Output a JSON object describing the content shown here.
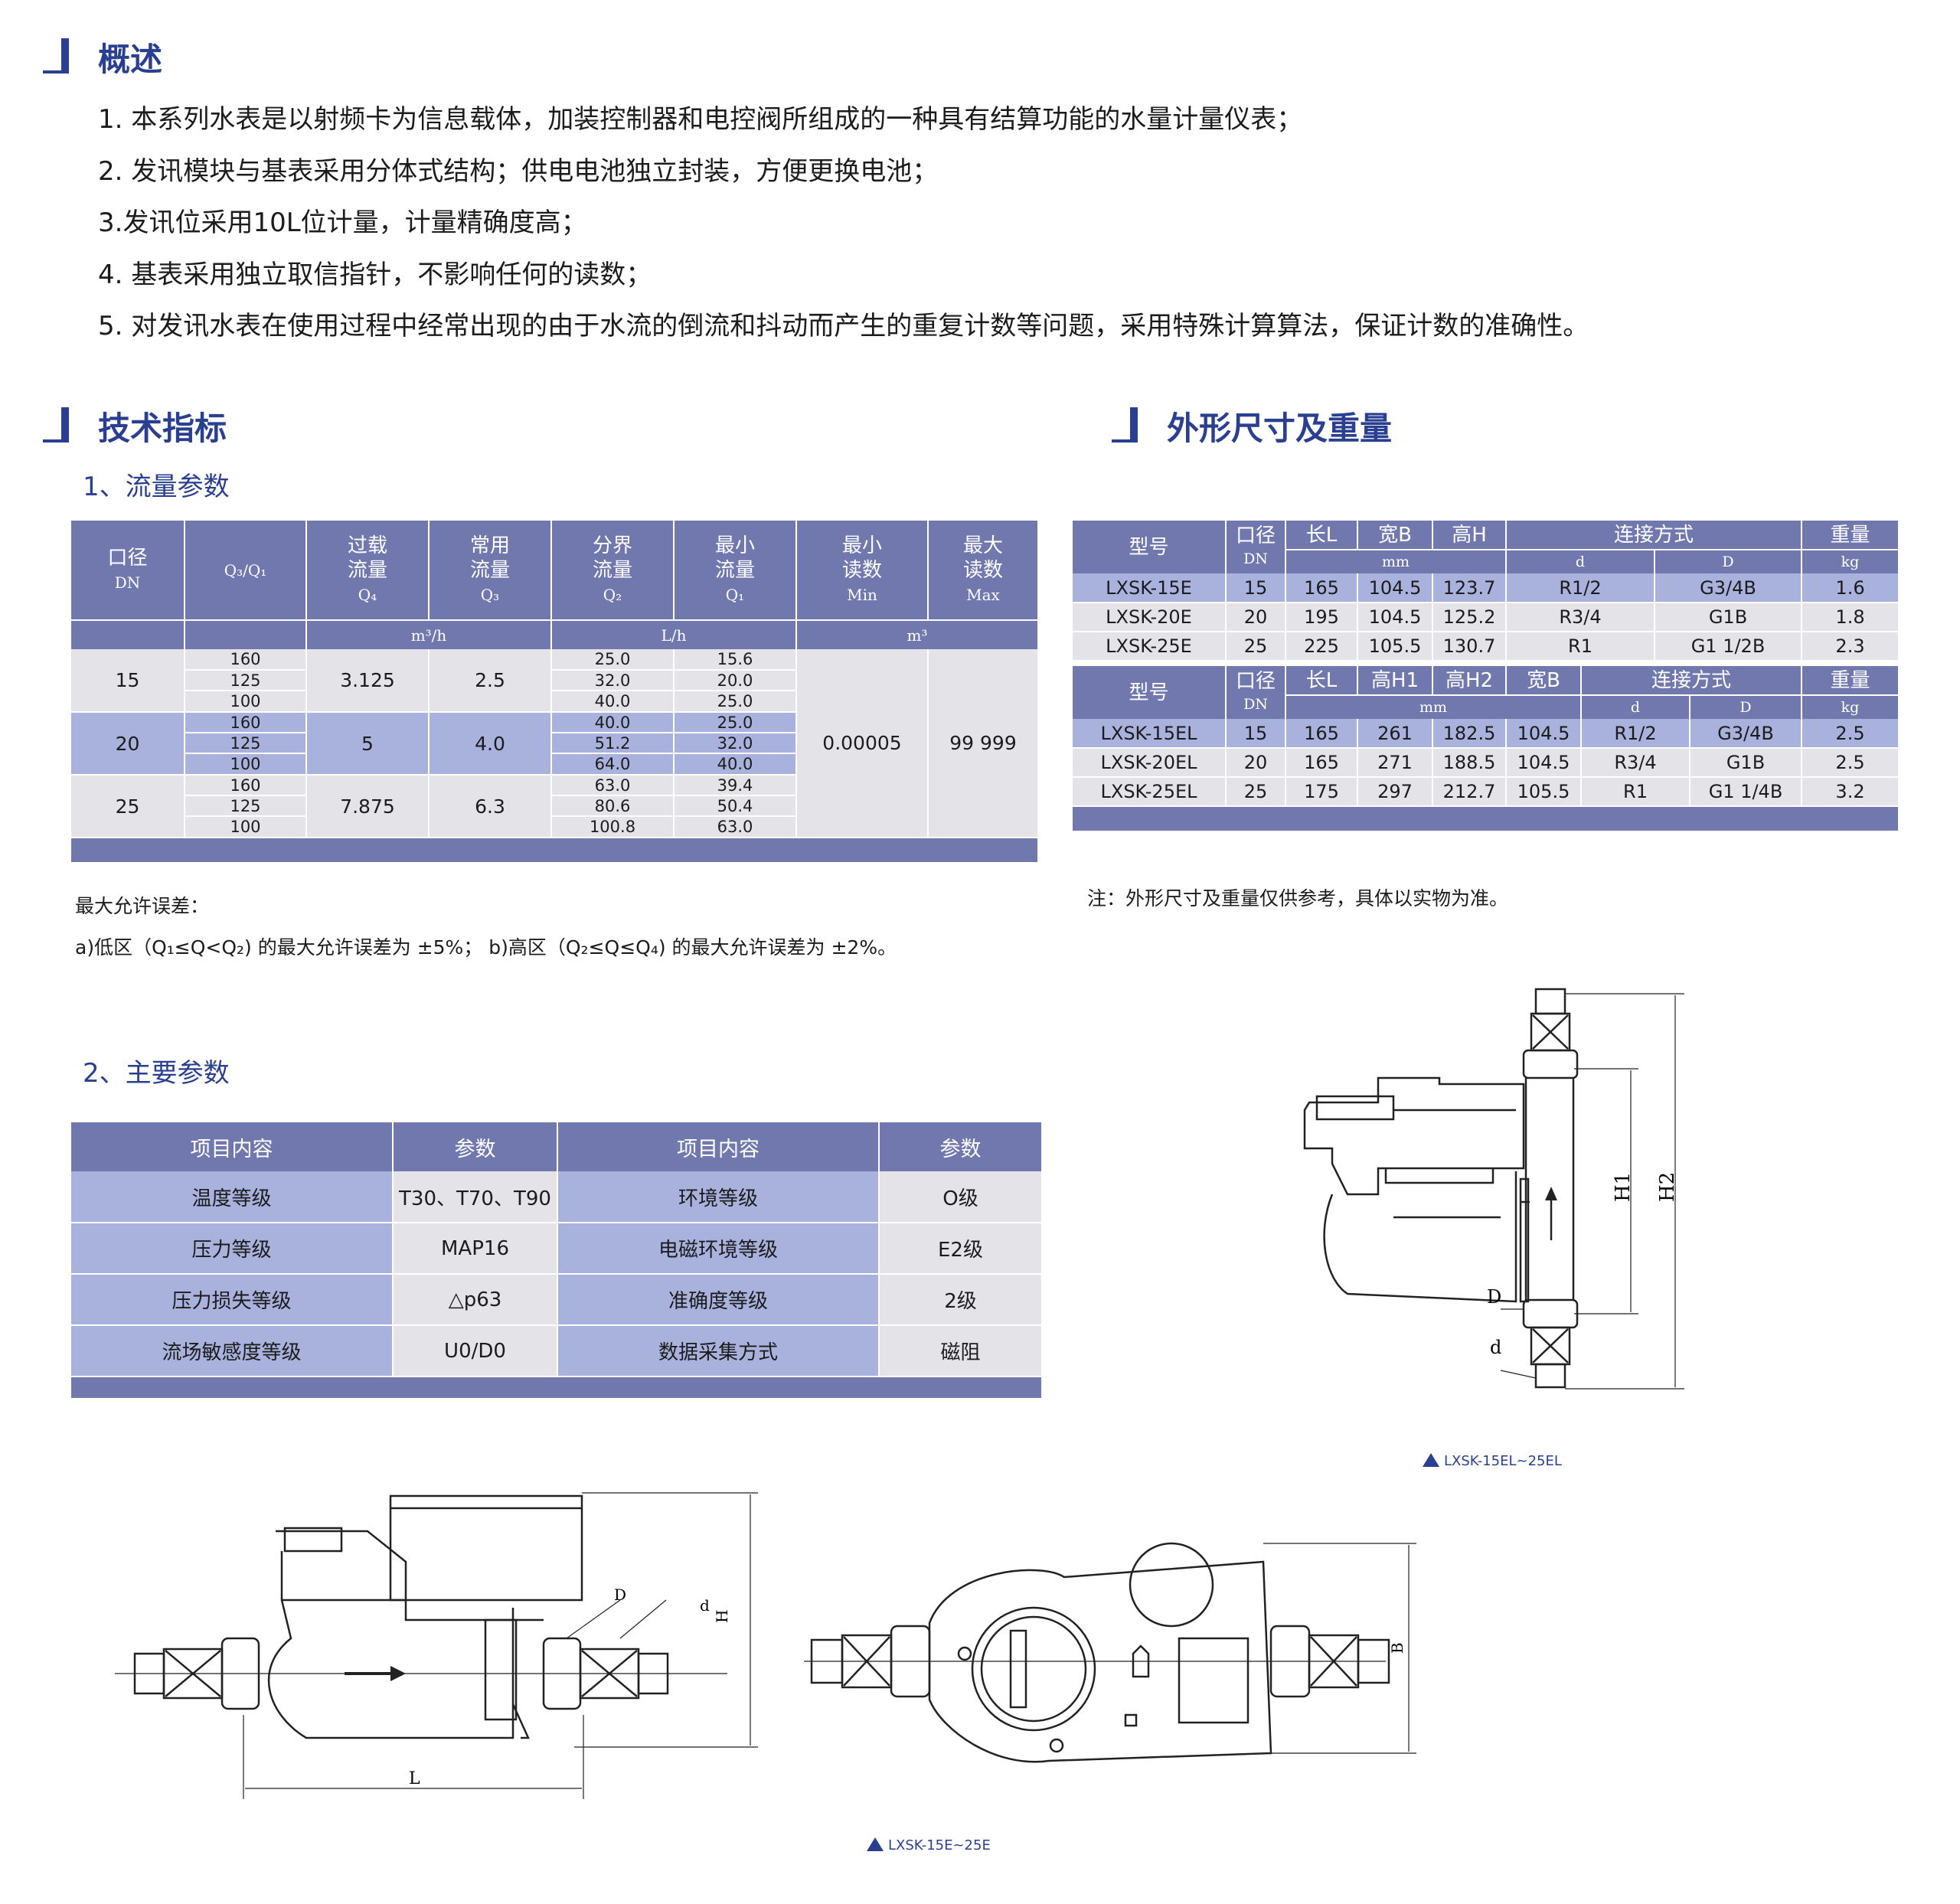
{
  "overview": {
    "title": "概述",
    "items": [
      "1. 本系列水表是以射频卡为信息载体，加装控制器和电控阀所组成的一种具有结算功能的水量计量仪表；",
      "2. 发讯模块与基表采用分体式结构；供电电池独立封装，方便更换电池；",
      "3.发讯位采用10L位计量，计量精确度高；",
      "4. 基表采用独立取信指针，不影响任何的读数；",
      "5. 对发讯水表在使用过程中经常出现的由于水流的倒流和抖动而产生的重复计数等问题，采用特殊计算算法，保证计数的准确性。"
    ]
  },
  "tech": {
    "title": "技术指标",
    "flow_title": "1、流量参数",
    "flow_headers": {
      "dn": "口径",
      "dn_sub": "DN",
      "ratio": "Q₃/Q₁",
      "q4": "过载\n流量",
      "q4_sub": "Q₄",
      "q3": "常用\n流量",
      "q3_sub": "Q₃",
      "q2": "分界\n流量",
      "q2_sub": "Q₂",
      "q1": "最小\n流量",
      "q1_sub": "Q₁",
      "min": "最小\n读数",
      "min_sub": "Min",
      "max": "最大\n读数",
      "max_sub": "Max",
      "unit_m3h": "m³/h",
      "unit_lh": "L/h",
      "unit_m3": "m³"
    },
    "flow_groups": [
      {
        "dn": "15",
        "q4": "3.125",
        "q3": "2.5",
        "rows": [
          [
            "160",
            "25.0",
            "15.6"
          ],
          [
            "125",
            "32.0",
            "20.0"
          ],
          [
            "100",
            "40.0",
            "25.0"
          ]
        ]
      },
      {
        "dn": "20",
        "q4": "5",
        "q3": "4.0",
        "rows": [
          [
            "160",
            "40.0",
            "25.0"
          ],
          [
            "125",
            "51.2",
            "32.0"
          ],
          [
            "100",
            "64.0",
            "40.0"
          ]
        ]
      },
      {
        "dn": "25",
        "q4": "7.875",
        "q3": "6.3",
        "rows": [
          [
            "160",
            "63.0",
            "39.4"
          ],
          [
            "125",
            "80.6",
            "50.4"
          ],
          [
            "100",
            "100.8",
            "63.0"
          ]
        ]
      }
    ],
    "min_reading": "0.00005",
    "max_reading": "99 999",
    "error_title": "最大允许误差：",
    "error_text": "a)低区（Q₁≤Q<Q₂) 的最大允许误差为 ±5%；   b)高区（Q₂≤Q≤Q₄) 的最大允许误差为 ±2%。",
    "main_title": "2、主要参数",
    "main_headers": [
      "项目内容",
      "参数",
      "项目内容",
      "参数"
    ],
    "main_rows": [
      [
        "温度等级",
        "T30、T70、T90",
        "环境等级",
        "O级"
      ],
      [
        "压力等级",
        "MAP16",
        "电磁环境等级",
        "E2级"
      ],
      [
        "压力损失等级",
        "△p63",
        "准确度等级",
        "2级"
      ],
      [
        "流场敏感度等级",
        "U0/D0",
        "数据采集方式",
        "磁阻"
      ]
    ]
  },
  "dims": {
    "title": "外形尺寸及重量",
    "table1": {
      "headers": {
        "model": "型号",
        "dn": "口径",
        "dn_sub": "DN",
        "L": "长L",
        "B": "宽B",
        "H": "高H",
        "conn": "连接方式",
        "weight": "重量",
        "unit_mm": "mm",
        "d": "d",
        "D": "D",
        "unit_kg": "kg"
      },
      "rows": [
        [
          "LXSK-15E",
          "15",
          "165",
          "104.5",
          "123.7",
          "R1/2",
          "G3/4B",
          "1.6"
        ],
        [
          "LXSK-20E",
          "20",
          "195",
          "104.5",
          "125.2",
          "R3/4",
          "G1B",
          "1.8"
        ],
        [
          "LXSK-25E",
          "25",
          "225",
          "105.5",
          "130.7",
          "R1",
          "G1 1/2B",
          "2.3"
        ]
      ]
    },
    "table2": {
      "headers": {
        "model": "型号",
        "dn": "口径",
        "dn_sub": "DN",
        "L": "长L",
        "H1": "高H1",
        "H2": "高H2",
        "B": "宽B",
        "conn": "连接方式",
        "weight": "重量",
        "unit_mm": "mm",
        "d": "d",
        "D": "D",
        "unit_kg": "kg"
      },
      "rows": [
        [
          "LXSK-15EL",
          "15",
          "165",
          "261",
          "182.5",
          "104.5",
          "R1/2",
          "G3/4B",
          "2.5"
        ],
        [
          "LXSK-20EL",
          "20",
          "165",
          "271",
          "188.5",
          "104.5",
          "R3/4",
          "G1B",
          "2.5"
        ],
        [
          "LXSK-25EL",
          "25",
          "175",
          "297",
          "212.7",
          "105.5",
          "R1",
          "G1 1/4B",
          "3.2"
        ]
      ]
    },
    "note": "注：外形尺寸及重量仅供参考，具体以实物为准。"
  },
  "drawings": {
    "caption_vertical": "LXSK-15EL~25EL",
    "caption_horizontal": "LXSK-15E~25E",
    "labels": {
      "H1": "H1",
      "H2": "H2",
      "D": "D",
      "d": "d",
      "H": "H",
      "L": "L",
      "B": "B"
    }
  },
  "colors": {
    "accent": "#2a3f8f",
    "header": "#7178ad",
    "row_light": "#e4e3e8",
    "row_blue": "#a9b1dd"
  }
}
